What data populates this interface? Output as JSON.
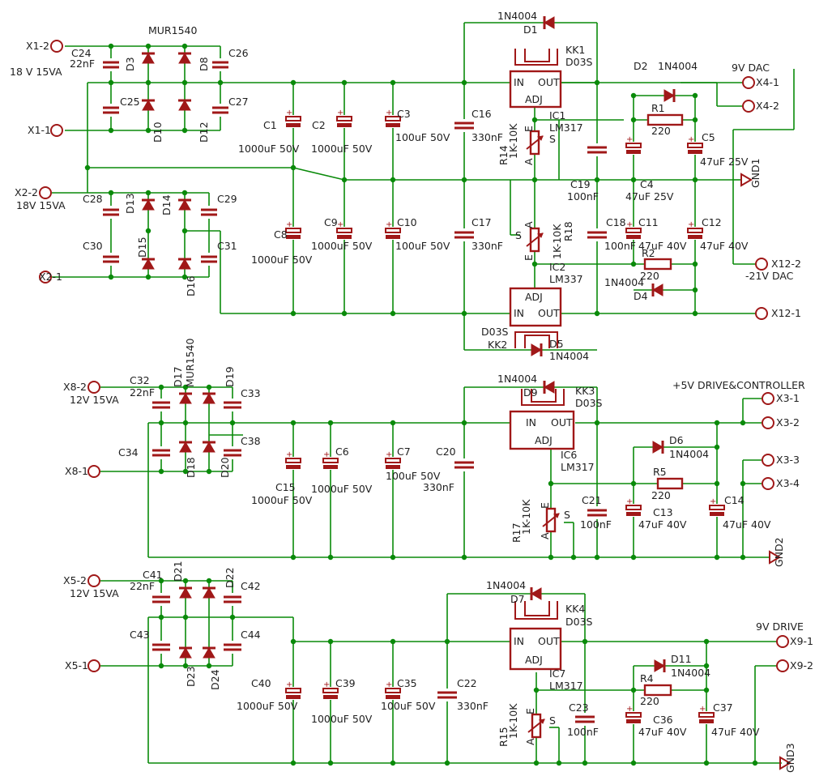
{
  "connectors": [
    {
      "id": "x1_2",
      "label": "X1-2"
    },
    {
      "id": "x1_1",
      "label": "X1-1"
    },
    {
      "id": "x2_2",
      "label": "X2-2"
    },
    {
      "id": "x2_1",
      "label": "X2-1"
    },
    {
      "id": "x4_1",
      "label": "X4-1"
    },
    {
      "id": "x4_2",
      "label": "X4-2"
    },
    {
      "id": "x12_2",
      "label": "X12-2"
    },
    {
      "id": "x12_1",
      "label": "X12-1"
    },
    {
      "id": "x8_2",
      "label": "X8-2"
    },
    {
      "id": "x8_1",
      "label": "X8-1"
    },
    {
      "id": "x3_1",
      "label": "X3-1"
    },
    {
      "id": "x3_2",
      "label": "X3-2"
    },
    {
      "id": "x3_3",
      "label": "X3-3"
    },
    {
      "id": "x3_4",
      "label": "X3-4"
    },
    {
      "id": "x5_2",
      "label": "X5-2"
    },
    {
      "id": "x5_1",
      "label": "X5-1"
    },
    {
      "id": "x9_1",
      "label": "X9-1"
    },
    {
      "id": "x9_2",
      "label": "X9-2"
    }
  ],
  "supply_notes": {
    "x1": "18 V 15VA",
    "x2": "18V 15VA",
    "x8": "12V 15VA",
    "x5": "12V 15VA",
    "dac_pos": "9V DAC",
    "dac_neg": "-21V DAC",
    "drive_ctrl": "+5V DRIVE&CONTROLLER",
    "drive9": "9V DRIVE"
  },
  "grounds": [
    "GND1",
    "GND2",
    "GND3"
  ],
  "regulators": {
    "ic1": {
      "name": "IC1",
      "part": "LM317",
      "heatsink": "KK1",
      "package": "D03S"
    },
    "ic2": {
      "name": "IC2",
      "part": "LM337",
      "heatsink": "KK2",
      "package": "D03S"
    },
    "ic6": {
      "name": "IC6",
      "part": "LM317",
      "heatsink": "KK3",
      "package": "D03S"
    },
    "ic7": {
      "name": "IC7",
      "part": "LM317",
      "heatsink": "KK4",
      "package": "D03S"
    },
    "pin_in": "IN",
    "pin_out": "OUT",
    "pin_adj": "ADJ"
  },
  "trimmers": [
    {
      "name": "R14",
      "value": "1K-10K"
    },
    {
      "name": "R18",
      "value": "1K-10K"
    },
    {
      "name": "R17",
      "value": "1K-10K"
    },
    {
      "name": "R15",
      "value": "1K-10K"
    }
  ],
  "trimmer_pins": {
    "e": "E",
    "a": "A",
    "s": "S"
  },
  "resistors": [
    {
      "name": "R1",
      "value": "220"
    },
    {
      "name": "R2",
      "value": "220"
    },
    {
      "name": "R5",
      "value": "220"
    },
    {
      "name": "R4",
      "value": "220"
    }
  ],
  "diodes": {
    "bridge_part": "MUR1540",
    "bridge_names": [
      "D3",
      "D8",
      "D10",
      "D12",
      "D13",
      "D14",
      "D15",
      "D16",
      "D17",
      "D19",
      "D18",
      "D20",
      "D21",
      "D22",
      "D23",
      "D24"
    ],
    "protect": [
      {
        "name": "D1",
        "value": "1N4004"
      },
      {
        "name": "D2",
        "value": "1N4004"
      },
      {
        "name": "D4",
        "value": "1N4004"
      },
      {
        "name": "D5",
        "value": "1N4004"
      },
      {
        "name": "D6",
        "value": "1N4004"
      },
      {
        "name": "D7",
        "value": "1N4004"
      },
      {
        "name": "D9",
        "value": "1N4004"
      },
      {
        "name": "D11",
        "value": "1N4004"
      }
    ]
  },
  "caps": {
    "c24": {
      "name": "C24",
      "value": "22nF"
    },
    "c25": {
      "name": "C25"
    },
    "c26": {
      "name": "C26"
    },
    "c27": {
      "name": "C27"
    },
    "c28": {
      "name": "C28"
    },
    "c29": {
      "name": "C29"
    },
    "c30": {
      "name": "C30"
    },
    "c31": {
      "name": "C31"
    },
    "c1": {
      "name": "C1",
      "value": "1000uF 50V"
    },
    "c2": {
      "name": "C2",
      "value": "1000uF 50V"
    },
    "c3": {
      "name": "C3",
      "value": "100uF 50V"
    },
    "c16": {
      "name": "C16",
      "value": "330nF"
    },
    "c8": {
      "name": "C8",
      "value": "1000uF 50V"
    },
    "c9": {
      "name": "C9",
      "value": "1000uF 50V"
    },
    "c10": {
      "name": "C10",
      "value": "100uF 50V"
    },
    "c17": {
      "name": "C17",
      "value": "330nF"
    },
    "c19": {
      "name": "C19",
      "value": "100nF"
    },
    "c4": {
      "name": "C4",
      "value": "47uF 25V"
    },
    "c5": {
      "name": "C5",
      "value": "47uF 25V"
    },
    "c18": {
      "name": "C18",
      "value": "100nF"
    },
    "c11": {
      "name": "C11",
      "value": "47uF 40V"
    },
    "c12": {
      "name": "C12",
      "value": "47uF 40V"
    },
    "c32": {
      "name": "C32",
      "value": "22nF"
    },
    "c33": {
      "name": "C33"
    },
    "c34": {
      "name": "C34"
    },
    "c38": {
      "name": "C38"
    },
    "c15": {
      "name": "C15",
      "value": "1000uF 50V"
    },
    "c6": {
      "name": "C6",
      "value": "1000uF 50V"
    },
    "c7": {
      "name": "C7",
      "value": "100uF 50V"
    },
    "c20": {
      "name": "C20",
      "value": "330nF"
    },
    "c21": {
      "name": "C21",
      "value": "100nF"
    },
    "c13": {
      "name": "C13",
      "value": "47uF 40V"
    },
    "c14": {
      "name": "C14",
      "value": "47uF 40V"
    },
    "c41": {
      "name": "C41",
      "value": "22nF"
    },
    "c42": {
      "name": "C42"
    },
    "c43": {
      "name": "C43"
    },
    "c44": {
      "name": "C44"
    },
    "c40": {
      "name": "C40",
      "value": "1000uF 50V"
    },
    "c39": {
      "name": "C39",
      "value": "1000uF 50V"
    },
    "c35": {
      "name": "C35",
      "value": "100uF 50V"
    },
    "c22": {
      "name": "C22",
      "value": "330nF"
    },
    "c23": {
      "name": "C23",
      "value": "100nF"
    },
    "c36": {
      "name": "C36",
      "value": "47uF 40V"
    },
    "c37": {
      "name": "C37",
      "value": "47uF 40V"
    }
  },
  "colors": {
    "wire": "#0a8a0a",
    "part": "#a01818",
    "text": "#1f1f1f",
    "background": "#ffffff"
  }
}
